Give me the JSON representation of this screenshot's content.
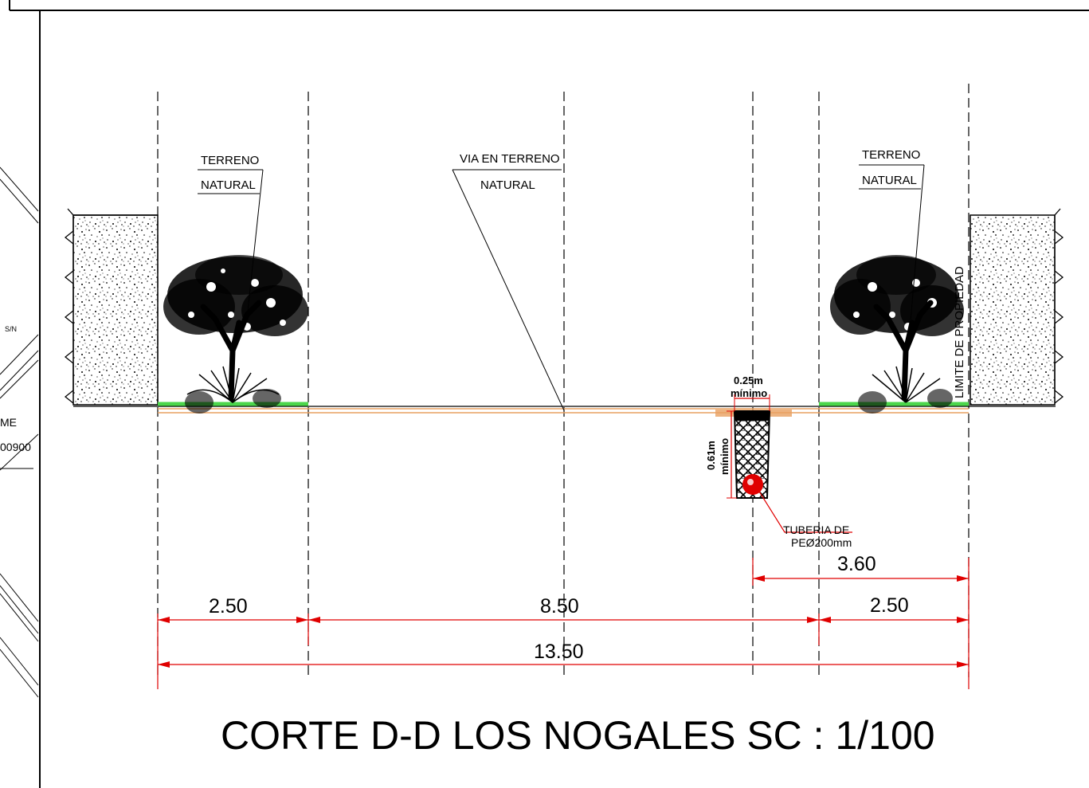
{
  "labels": {
    "terreno_left_top": "TERRENO",
    "terreno_left_bottom": "NATURAL",
    "via_top": "VIA  EN  TERRENO",
    "via_bottom": "NATURAL",
    "terreno_right_top": "TERRENO",
    "terreno_right_bottom": "NATURAL",
    "limite": "LIMITE DE PROPIEDAD",
    "trench_width_value": "0.25m",
    "trench_width_note": "mínimo",
    "trench_depth_value": "0.61m",
    "trench_depth_note": "mínimo",
    "pipe_line1": "TUBERIA  DE",
    "pipe_line2": "PEØ200mm"
  },
  "dimensions": {
    "left_verge": "2.50",
    "road": "8.50",
    "right_verge": "2.50",
    "right_offset": "3.60",
    "total": "13.50"
  },
  "title": "CORTE D-D LOS NOGALES SC : 1/100",
  "margin_fragments": {
    "sn": "S/N",
    "me": "ME",
    "code": "00900"
  },
  "colors": {
    "dimension": "#e00000",
    "grass": "#4cd64c",
    "road_surface": "#e8a060",
    "pipe": "#e00000",
    "ink": "#000000"
  }
}
